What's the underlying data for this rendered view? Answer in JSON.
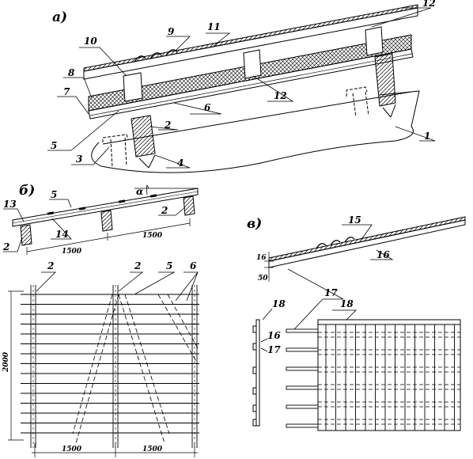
{
  "panels": {
    "a": "а)",
    "b": "б)",
    "c": "в)"
  },
  "callouts_a": {
    "n1": "1",
    "n2": "2",
    "n3": "3",
    "n4": "4",
    "n5": "5",
    "n6": "6",
    "n7": "7",
    "n8": "8",
    "n9": "9",
    "n10": "10",
    "n11": "11",
    "n12a": "12",
    "n12b": "12"
  },
  "callouts_b": {
    "n13": "13",
    "n5": "5",
    "n14": "14",
    "n2a": "2",
    "n2b": "2",
    "alpha": "α"
  },
  "dims_b": {
    "d1": "1500",
    "d2": "1500"
  },
  "plan_b": {
    "n2a": "2",
    "n2b": "2",
    "n5": "5",
    "n6": "6",
    "height": "2000",
    "w1": "1500",
    "w2": "1500"
  },
  "callouts_c": {
    "n15": "15",
    "n16": "16",
    "n17": "17",
    "n18a": "18",
    "n18b": "18",
    "n16b": "16",
    "n17b": "17",
    "t16": "16",
    "t50": "50"
  },
  "colors": {
    "ink": "#000000",
    "paper": "#ffffff"
  }
}
